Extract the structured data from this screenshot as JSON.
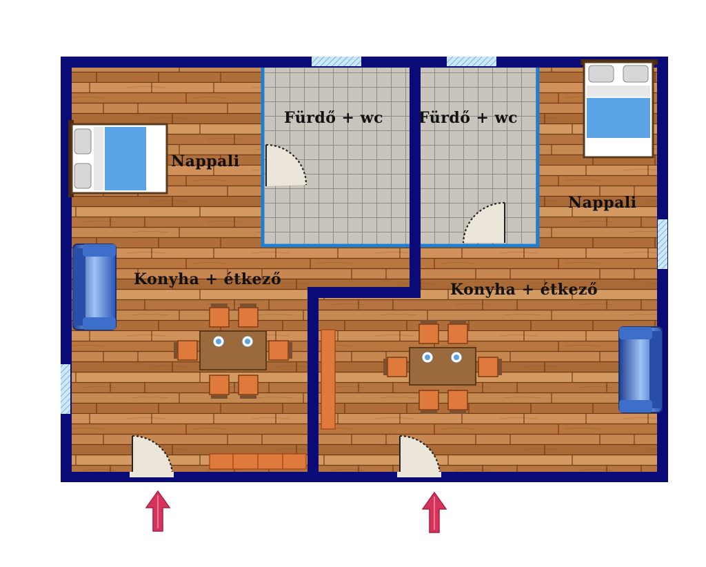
{
  "rooms": {
    "left_bath": "Fürdő + wc",
    "right_bath": "Fürdő + wc",
    "left_living": "Nappali",
    "right_living": "Nappali",
    "left_kitchen": "Konyha + étkező",
    "right_kitchen": "Konyha + étkező"
  },
  "colors": {
    "wall": "#0b0b78",
    "wood_light": "#c98a4f",
    "wood_dark": "#8a4f22",
    "tile": "#c9c4bc",
    "tile_line": "#8d8a86",
    "bath_border": "#1e7fd0",
    "bed_blue": "#5aa4e6",
    "sofa_blue": "#3d6ec9",
    "chair": "#e07a3c",
    "table": "#9a6a3c",
    "entrance_arrow": "#d6335b",
    "window": "#a8d4f0"
  },
  "icons": {
    "entrance": "arrow-up-icon",
    "door": "door-swing-icon",
    "window": "window-icon"
  }
}
